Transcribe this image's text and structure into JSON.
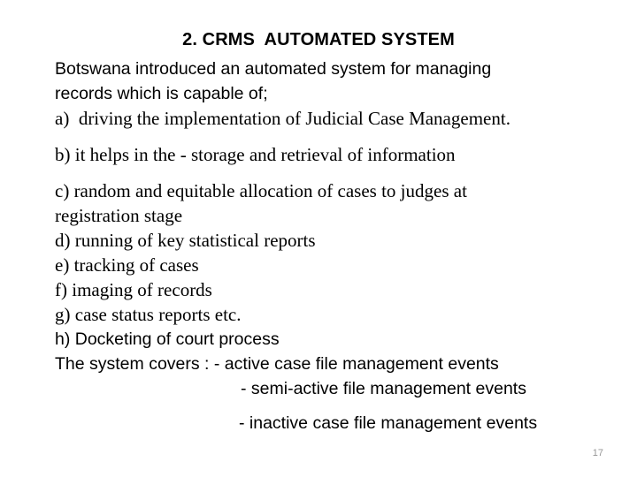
{
  "slide": {
    "title": "2. CRMS  AUTOMATED SYSTEM",
    "page_number": "17",
    "background_color": "#ffffff",
    "text_color": "#000000",
    "page_number_color": "#969696",
    "lines": [
      {
        "id": "intro_1",
        "text": "Botswana introduced an automated system for managing"
      },
      {
        "id": "intro_2",
        "text": "records which is capable of;"
      },
      {
        "id": "item_a",
        "text": "a)  driving the implementation of Judicial Case Management."
      },
      {
        "id": "item_b",
        "text": "b) it helps in the - storage and retrieval of information"
      },
      {
        "id": "item_c_1",
        "text": "c) random and equitable allocation of cases to judges at"
      },
      {
        "id": "item_c_2",
        "text": "registration stage"
      },
      {
        "id": "item_d",
        "text": "d) running of key statistical reports"
      },
      {
        "id": "item_e",
        "text": "e) tracking of cases"
      },
      {
        "id": "item_f",
        "text": "f) imaging of records"
      },
      {
        "id": "item_g",
        "text": "g) case status reports etc."
      },
      {
        "id": "item_h",
        "text": "h) Docketing of court process"
      },
      {
        "id": "covers_label",
        "text": "The system covers : "
      },
      {
        "id": "covers_1",
        "text": "- active case file management events"
      },
      {
        "id": "covers_2",
        "text": "- semi-active file management events"
      },
      {
        "id": "covers_3",
        "text": "- inactive case file management events"
      }
    ]
  }
}
